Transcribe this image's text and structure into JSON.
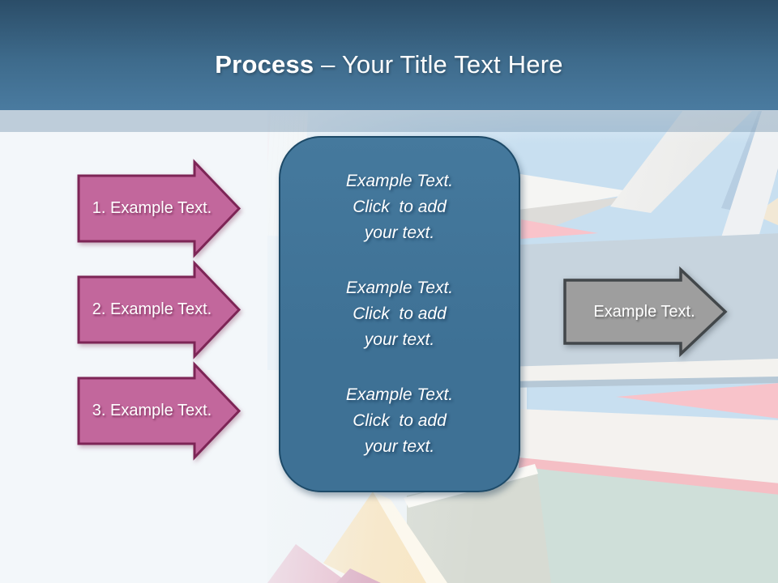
{
  "slide_title": {
    "emphasis": "Process",
    "rest": "– Your Title Text Here"
  },
  "process_steps": [
    {
      "label": "1. Example Text."
    },
    {
      "label": "2. Example Text."
    },
    {
      "label": "3. Example Text."
    }
  ],
  "center_panel": {
    "blocks": [
      "Example Text.\nClick  to add\nyour text.",
      "Example Text.\nClick  to add\nyour text.",
      "Example Text.\nClick  to add\nyour text."
    ]
  },
  "output_arrow": {
    "label": "Example Text."
  },
  "colors": {
    "background": "#f3f7fa",
    "header_top": "#2b4d68",
    "header_bottom": "#4a7ba0",
    "divider_band": "#c3d0dc",
    "step_arrow_fill": "#c2679c",
    "step_arrow_border": "#7d2556",
    "panel_fill": "#3e7195",
    "panel_border": "#1d4a68",
    "output_arrow_fill": "#9e9e9e",
    "output_arrow_border": "#42474a"
  }
}
